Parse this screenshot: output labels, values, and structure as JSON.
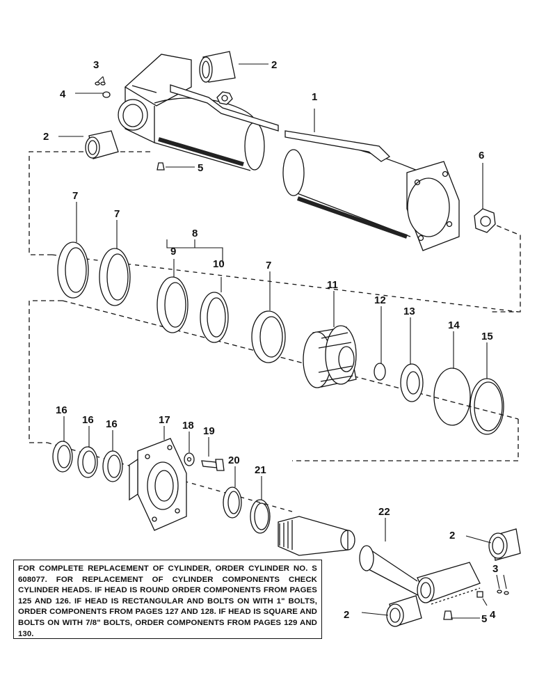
{
  "callouts": [
    {
      "id": "cal-1",
      "text": "1"
    },
    {
      "id": "cal-2a",
      "text": "2"
    },
    {
      "id": "cal-2b",
      "text": "2"
    },
    {
      "id": "cal-2c",
      "text": "2"
    },
    {
      "id": "cal-2d",
      "text": "2"
    },
    {
      "id": "cal-3a",
      "text": "3"
    },
    {
      "id": "cal-3b",
      "text": "3"
    },
    {
      "id": "cal-4a",
      "text": "4"
    },
    {
      "id": "cal-4b",
      "text": "4"
    },
    {
      "id": "cal-5a",
      "text": "5"
    },
    {
      "id": "cal-5b",
      "text": "5"
    },
    {
      "id": "cal-6",
      "text": "6"
    },
    {
      "id": "cal-7a",
      "text": "7"
    },
    {
      "id": "cal-7b",
      "text": "7"
    },
    {
      "id": "cal-7c",
      "text": "7"
    },
    {
      "id": "cal-8",
      "text": "8"
    },
    {
      "id": "cal-9",
      "text": "9"
    },
    {
      "id": "cal-10",
      "text": "10"
    },
    {
      "id": "cal-11",
      "text": "11"
    },
    {
      "id": "cal-12",
      "text": "12"
    },
    {
      "id": "cal-13",
      "text": "13"
    },
    {
      "id": "cal-14",
      "text": "14"
    },
    {
      "id": "cal-15",
      "text": "15"
    },
    {
      "id": "cal-16a",
      "text": "16"
    },
    {
      "id": "cal-16b",
      "text": "16"
    },
    {
      "id": "cal-16c",
      "text": "16"
    },
    {
      "id": "cal-17",
      "text": "17"
    },
    {
      "id": "cal-18",
      "text": "18"
    },
    {
      "id": "cal-19",
      "text": "19"
    },
    {
      "id": "cal-20",
      "text": "20"
    },
    {
      "id": "cal-21",
      "text": "21"
    },
    {
      "id": "cal-22",
      "text": "22"
    }
  ],
  "note": {
    "text": "FOR COMPLETE REPLACEMENT OF CYLINDER, ORDER CYLINDER NO. S 608077. FOR REPLACEMENT OF CYLINDER COMPONENTS CHECK CYLINDER HEADS. IF HEAD IS ROUND ORDER COMPONENTS FROM PAGES 125 AND 126. IF HEAD IS RECTANGULAR AND BOLTS ON WITH 1\" BOLTS, ORDER COMPONENTS FROM PAGES 127 AND 128. IF HEAD IS SQUARE AND BOLTS ON WITH 7/8\" BOLTS, ORDER COMPONENTS FROM PAGES 129 AND 130."
  }
}
